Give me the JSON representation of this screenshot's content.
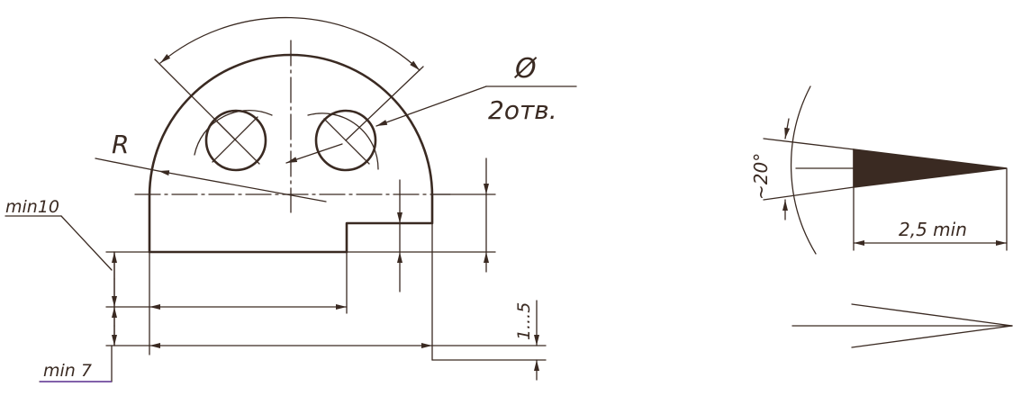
{
  "colors": {
    "ink": "#3a2a22",
    "fill": "#3a2a22",
    "paper": "#ffffff",
    "underline": "#6a3fa0"
  },
  "labels": {
    "diameter_symbol": "Ø",
    "holes_note": "2отв.",
    "radius": "R",
    "min_10": "min10",
    "min_7": "min 7",
    "gap_1_5": "1...5",
    "angle_20": "~20°",
    "length_2_5": "2,5 min"
  }
}
